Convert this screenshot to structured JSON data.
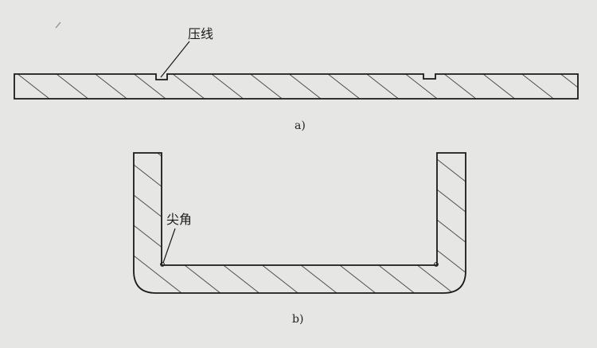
{
  "figure_a": {
    "callout_label": "压线",
    "caption": "a)"
  },
  "figure_b": {
    "callout_label": "尖角",
    "caption": "b)"
  }
}
